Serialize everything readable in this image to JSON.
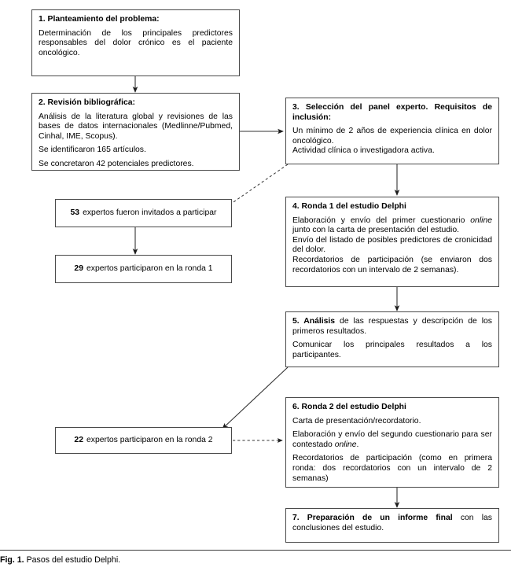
{
  "figure": {
    "label": "Fig. 1.",
    "caption": "Pasos del estudio Delphi."
  },
  "nodes": {
    "step1": {
      "title": "1. Planteamiento del problema:",
      "body": "Determinación de los principales predictores responsables del dolor crónico es el paciente oncológico."
    },
    "step2": {
      "title": "2. Revisión bibliográfica:",
      "body1": "Análisis de la literatura global y revisiones de las bases de datos internacionales (Medlinne/Pubmed, Cinhal, IME, Scopus).",
      "body2": "Se identificaron 165 artículos.",
      "body3": "Se concretaron 42 potenciales predictores."
    },
    "step3": {
      "title": "3. Selección del panel experto. Requisitos de inclusión:",
      "body1": "Un mínimo de 2 años de experiencia clínica en dolor oncológico.",
      "body2": "Actividad clínica o investigadora activa."
    },
    "step4": {
      "title": "4. Ronda 1 del estudio Delphi",
      "body1_pre": "Elaboración y envío del primer cuestionario ",
      "body1_em": "online",
      "body1_post": " junto con la carta de presentación del estudio.",
      "body2": "Envío del listado de posibles predictores de cronicidad del dolor.",
      "body3": "Recordatorios de participación (se enviaron dos recordatorios con un intervalo de 2 semanas)."
    },
    "step5": {
      "title_num": "5. ",
      "title_bold": "Análisis",
      "title_rest": " de las respuestas y descripción de los primeros resultados.",
      "body2": "Comunicar los principales resultados a los participantes."
    },
    "step6": {
      "title": "6. Ronda 2 del estudio Delphi",
      "body1": "Carta de presentación/recordatorio.",
      "body2_pre": "Elaboración y envío del segundo cuestionario para ser contestado ",
      "body2_em": "online",
      "body2_post": ".",
      "body3": "Recordatorios de participación (como en primera ronda: dos recordatorios con un intervalo de 2 semanas)"
    },
    "step7": {
      "title_bold": "7. Preparación de un informe final",
      "title_rest": " con las conclusiones del estudio."
    },
    "invited": {
      "count": "53",
      "text": "expertos fueron invitados a participar"
    },
    "round1": {
      "count": "29",
      "text": "expertos participaron en la ronda 1"
    },
    "round2": {
      "count": "22",
      "text": "expertos participaron en la ronda 2"
    }
  },
  "connectors": [
    {
      "name": "arrow-step1-to-step2",
      "style": "solid"
    },
    {
      "name": "arrow-step2-to-step3",
      "style": "solid"
    },
    {
      "name": "arrow-step3-to-invited",
      "style": "dotted"
    },
    {
      "name": "arrow-step3-to-step4",
      "style": "solid"
    },
    {
      "name": "arrow-invited-to-round1",
      "style": "solid"
    },
    {
      "name": "arrow-step4-to-step5",
      "style": "solid"
    },
    {
      "name": "arrow-step5-to-round2",
      "style": "solid"
    },
    {
      "name": "arrow-round2-to-step6",
      "style": "dotted"
    },
    {
      "name": "arrow-step6-to-step7",
      "style": "solid"
    }
  ],
  "colors": {
    "border": "#4a4a4a",
    "line": "#333333",
    "text": "#000000",
    "background": "#ffffff"
  }
}
